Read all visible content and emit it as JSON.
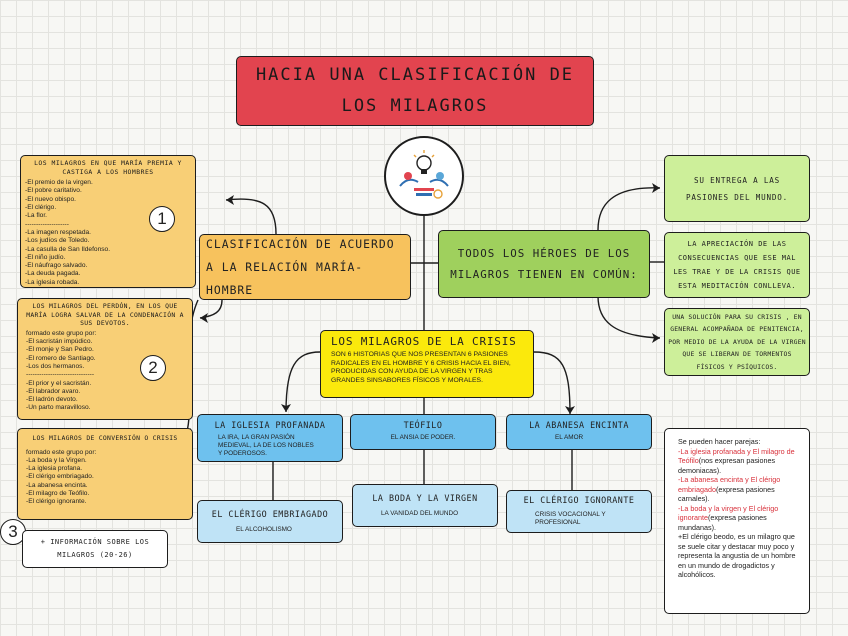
{
  "title": "HACIA UNA CLASIFICACIÓN DE LOS MILAGROS",
  "center_left": {
    "label": "CLASIFICACIÓN DE ACUERDO A LA RELACIÓN  MARÍA-HOMBRE"
  },
  "center_right": {
    "label": "TODOS LOS HÉROES DE LOS MILAGROS TIENEN EN COMÚN:"
  },
  "premio": {
    "heading": "LOS MILAGROS EN QUE MARÍA PREMIA Y CASTIGA A LOS HOMBRES",
    "items": [
      "-El premio de la virgen.",
      "-El pobre caritativo.",
      "-El nuevo obispo.",
      "-El clérigo.",
      "-La flor.",
      "--------------------",
      "-La imagen respetada.",
      "-Los judíos de Toledo.",
      "-La casulla de San Ildefonso.",
      "-El niño judío.",
      "-El náufrago salvado.",
      "-La deuda pagada.",
      "-La iglesia robada."
    ],
    "number": "1"
  },
  "perdon": {
    "heading": "LOS MILAGROS DEL PERDÓN, EN LOS QUE MARÍA LOGRA SALVAR DE LA CONDENACIÓN A SUS DEVOTOS.",
    "intro": "formado este grupo por:",
    "items": [
      "-El sacristán impúdico.",
      "-El monje y San Pedro.",
      "-El romero de Santiago.",
      "-Los dos hermanos.",
      "-------------------------------",
      "-El prior y el sacristán.",
      "-El labrador avaro.",
      "-El ladrón devoto.",
      "-Un parto maravilloso."
    ],
    "number": "2"
  },
  "conversion": {
    "heading": "LOS MILAGROS DE CONVERSIÓN O CRISIS",
    "intro": "formado este grupo por:",
    "items": [
      "-La boda y la Virgen.",
      "-La iglesia profana.",
      "-El clérigo embriagado.",
      "-La abanesa encinta.",
      "-El milagro de Teófilo.",
      "-El clérigo ignorante."
    ],
    "number": "3"
  },
  "informacion": "+ INFORMACIÓN SOBRE LOS MILAGROS (20-26)",
  "comun": [
    "SU ENTREGA A LAS PASIONES DEL MUNDO.",
    "LA APRECIACIÓN DE LAS CONSECUENCIAS QUE ESE MAL LES TRAE Y DE LA CRISIS QUE ESTA MEDITACIÓN CONLLEVA.",
    "UNA SOLUCIÓN PARA SU CRISIS , EN GENERAL ACOMPAÑADA DE PENITENCIA, POR MEDIO DE LA AYUDA DE LA VIRGEN QUE SE LIBERAN DE TORMENTOS FÍSICOS Y PSÍQUICOS."
  ],
  "crisis": {
    "heading": "LOS MILAGROS DE LA CRISIS",
    "body": "SON 6 HISTORIAS QUE NOS PRESENTAN 6 PASIONES RADICALES EN EL HOMBRE Y 6 CRISIS HACIA EL BIEN, PRODUCIDAS CON AYUDA DE LA VIRGEN Y TRAS GRANDES SINSABORES FÍSICOS Y MORALES."
  },
  "milagros": [
    {
      "title": "LA IGLESIA PROFANADA",
      "desc": "LA IRA, LA GRAN PASIÓN MEDIEVAL, LA DE LOS NOBLES Y PODEROSOS."
    },
    {
      "title": "TEÓFILO",
      "desc": "EL ANSIA DE PODER."
    },
    {
      "title": "LA ABANESA ENCINTA",
      "desc": "EL AMOR"
    },
    {
      "title": "EL CLÉRIGO EMBRIAGADO",
      "desc": "EL ALCOHOLISMO"
    },
    {
      "title": "LA BODA Y LA VIRGEN",
      "desc": "LA VANIDAD DEL MUNDO"
    },
    {
      "title": "EL CLÉRIGO IGNORANTE",
      "desc": "CRISIS VOCACIONAL Y PROFESIONAL"
    }
  ],
  "parejas": {
    "intro": "Se pueden hacer parejas:",
    "p1_red": "-La iglesia profanada y El milagro de Teófilo",
    "p1_black": "(nos expresan pasiones demoniacas).",
    "p2_red": "-La abanesa encinta y El clérigo embriagado",
    "p2_black": "(expresa pasiones carnales).",
    "p3_red": "-La boda y la virgen y El clérigo ignorante",
    "p3_black": "(expresa pasiones mundanas).",
    "note": "+El clérigo beodo, es un milagro que se suele citar y destacar muy poco y representa la angustia de un hombre en un mundo de drogadictos y alcohólicos."
  },
  "colors": {
    "title": "#e2444f",
    "orange": "#f7c25d",
    "green": "#cdef9a",
    "green_dark": "#9fd05d",
    "yellow": "#fbe90c",
    "blue": "#6ec1ee",
    "blue_light": "#bfe3f6"
  }
}
